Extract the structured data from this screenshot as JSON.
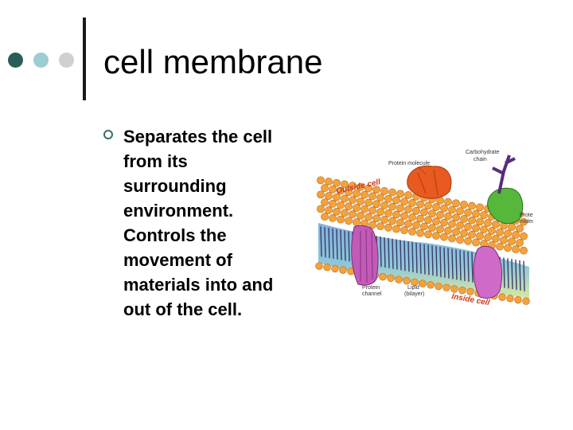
{
  "slide": {
    "title": "cell membrane",
    "bullet": "Separates the cell\nfrom its\nsurrounding\nenvironment.\nControls the\nmovement of\nmaterials into and\nout of the cell."
  },
  "diagram": {
    "labels": {
      "protein_molecule_top": "Protein molecule",
      "carbohydrate_chain": "Carbohydrate\nchain",
      "outside_cell": "Outside cell",
      "protein_molecule_right": "Protein\nmolecule",
      "protein_channel": "Protein\nchannel",
      "lipid_bilayer": "Lipid\n(bilayer)",
      "inside_cell": "Inside cell"
    }
  },
  "colors": {
    "accent_dark": "#2b5d57",
    "accent_light": "#9ccdd2",
    "accent_grey": "#cfd0d0",
    "lipid_head": "#f4a23e",
    "channel_protein": "#c45ab8",
    "surface_protein": "#e85a1f",
    "receptor_protein": "#55b83a"
  }
}
